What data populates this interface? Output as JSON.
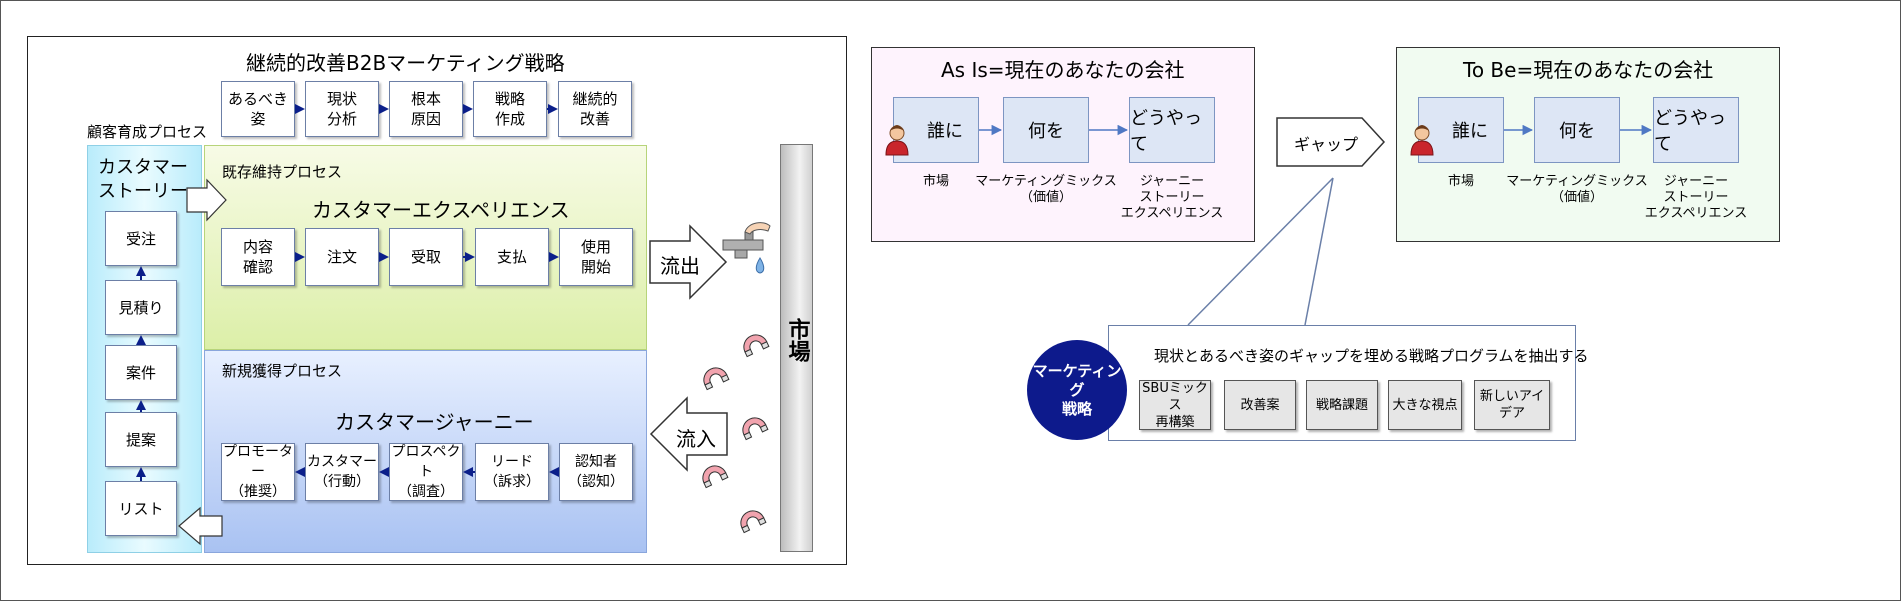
{
  "left": {
    "title": "継続的改善B2Bマーケティング戦略",
    "strategy_steps": [
      "あるべき\n姿",
      "現状\n分析",
      "根本\n原因",
      "戦略\n作成",
      "継続的\n改善"
    ],
    "nurture_label": "顧客育成プロセス",
    "story_title": "カスタマー\nストーリー",
    "story_steps": [
      "受注",
      "見積り",
      "案件",
      "提案",
      "リスト"
    ],
    "retention_label": "既存維持プロセス",
    "experience_title": "カスタマーエクスペリエンス",
    "experience_steps": [
      "内容\n確認",
      "注文",
      "受取",
      "支払",
      "使用\n開始"
    ],
    "acquisition_label": "新規獲得プロセス",
    "journey_title": "カスタマージャーニー",
    "journey_steps": [
      "プロモーター\n（推奨）",
      "カスタマー\n（行動）",
      "プロスペクト\n（調査）",
      "リード\n（訴求）",
      "認知者\n（認知）"
    ],
    "outflow": "流出",
    "inflow": "流入",
    "market": "市場"
  },
  "asis": {
    "title": "As Is=現在のあなたの会社",
    "boxes": [
      "誰に",
      "何を",
      "どうやって"
    ],
    "captions": [
      "市場",
      "マーケティングミックス\n（価値）",
      "ジャーニー\nストーリー\nエクスペリエンス"
    ]
  },
  "tobe": {
    "title": "To Be=現在のあなたの会社",
    "boxes": [
      "誰に",
      "何を",
      "どうやって"
    ],
    "captions": [
      "市場",
      "マーケティングミックス\n（価値）",
      "ジャーニー\nストーリー\nエクスペリエンス"
    ]
  },
  "gap": "ギャップ",
  "strategy": {
    "circle": "マーケティング\n戦略",
    "heading": "現状とあるべき姿のギャップを埋める戦略プログラムを抽出する",
    "programs": [
      "SBUミックス\n再構築",
      "改善案",
      "戦略課題",
      "大きな視点",
      "新しいアイデア"
    ]
  },
  "colors": {
    "arrow": "#0b1f8a",
    "story_panel": "#b9ecfb",
    "retention_panel": "#dcefa8",
    "acquisition_panel": "#a9c2f2",
    "circle": "#0d1a8c"
  }
}
